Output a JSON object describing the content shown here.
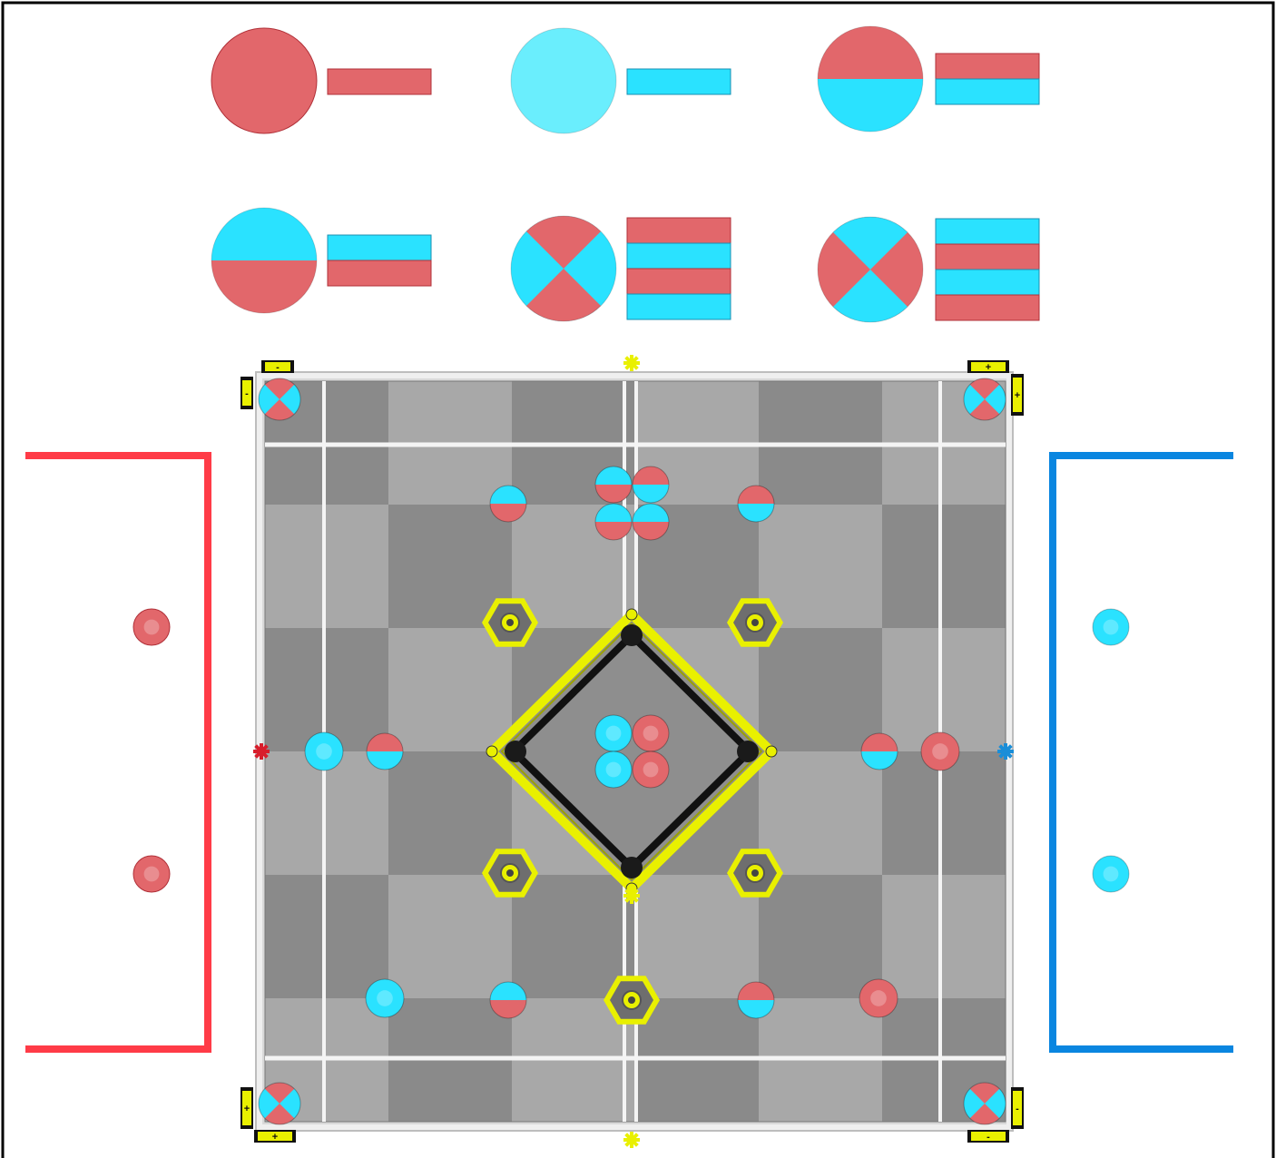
{
  "colors": {
    "red": "#e2676b",
    "red_stroke": "#b03038",
    "cyan": "#2ae2ff",
    "cyan_light": "#6aeefd",
    "cyan_stroke": "#1a8fb0",
    "red_zone": "#ff3b47",
    "blue_zone": "#0a86e0",
    "yellow": "#e9f000",
    "floor": "#9a9a9a",
    "tile_dark": "#8a8a8a",
    "tile_light": "#a8a8a8",
    "tape": "#f4f4f4",
    "frame_black": "#111111"
  },
  "legend": [
    {
      "pattern": "solid-red",
      "fills": [
        "red"
      ],
      "stripes": [
        "red"
      ]
    },
    {
      "pattern": "solid-cyan",
      "fills": [
        "cyan_light"
      ],
      "stripes": [
        "cyan"
      ]
    },
    {
      "pattern": "half-red-top",
      "fills": [
        "red",
        "cyan"
      ],
      "stripes": [
        "red",
        "cyan"
      ]
    },
    {
      "pattern": "half-cyan-top",
      "fills": [
        "cyan",
        "red"
      ],
      "stripes": [
        "cyan",
        "red"
      ]
    },
    {
      "pattern": "quarters-red-top",
      "fills": [
        "red",
        "cyan"
      ],
      "stripes": [
        "red",
        "cyan",
        "red",
        "cyan"
      ]
    },
    {
      "pattern": "quarters-cyan-top",
      "fills": [
        "cyan",
        "red"
      ],
      "stripes": [
        "cyan",
        "red",
        "cyan",
        "red"
      ]
    }
  ],
  "field": {
    "corner_signs": [
      "-",
      "-",
      "+",
      "+",
      "+",
      "+",
      "-",
      "-"
    ],
    "hex_goals": 5,
    "center_platform": "diamond",
    "rings": [
      {
        "pattern": "quarters-red-top",
        "location": "corner-top-left"
      },
      {
        "pattern": "quarters-red-top",
        "location": "corner-top-right"
      },
      {
        "pattern": "quarters-red-top",
        "location": "corner-bottom-left"
      },
      {
        "pattern": "quarters-red-top",
        "location": "corner-bottom-right"
      },
      {
        "pattern": "half-cyan-top",
        "location": "top-left"
      },
      {
        "pattern": "half-cyan-top",
        "location": "top-cluster-1"
      },
      {
        "pattern": "half-red-top",
        "location": "top-cluster-2"
      },
      {
        "pattern": "half-cyan-top",
        "location": "top-cluster-3"
      },
      {
        "pattern": "half-cyan-top",
        "location": "top-cluster-4"
      },
      {
        "pattern": "half-red-top",
        "location": "top-right"
      },
      {
        "pattern": "solid-cyan",
        "location": "mid-left-1"
      },
      {
        "pattern": "half-red-top",
        "location": "mid-left-2"
      },
      {
        "pattern": "solid-cyan",
        "location": "center-1"
      },
      {
        "pattern": "solid-red",
        "location": "center-2"
      },
      {
        "pattern": "solid-cyan",
        "location": "center-3"
      },
      {
        "pattern": "solid-red",
        "location": "center-4"
      },
      {
        "pattern": "half-red-top",
        "location": "mid-right-1"
      },
      {
        "pattern": "solid-red",
        "location": "mid-right-2"
      },
      {
        "pattern": "solid-cyan",
        "location": "bottom-1"
      },
      {
        "pattern": "half-cyan-top",
        "location": "bottom-2"
      },
      {
        "pattern": "half-red-top",
        "location": "bottom-3"
      },
      {
        "pattern": "solid-red",
        "location": "bottom-4"
      }
    ]
  },
  "zones": {
    "red": {
      "color": "red_zone",
      "preloads": [
        "solid-red",
        "solid-red"
      ]
    },
    "blue": {
      "color": "blue_zone",
      "preloads": [
        "solid-cyan",
        "solid-cyan"
      ]
    }
  }
}
